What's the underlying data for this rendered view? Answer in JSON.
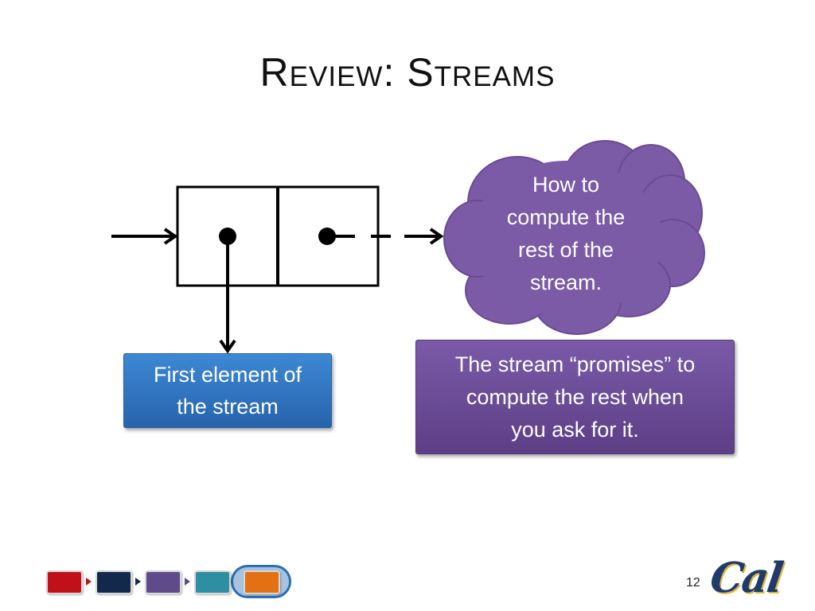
{
  "title": "Review: Streams",
  "cloud": {
    "lines": [
      "How to",
      "compute the",
      "rest of the",
      "stream."
    ],
    "color": "#7b5aa6"
  },
  "first_label": {
    "lines": [
      "First element of",
      "the stream"
    ],
    "color": "#3277c6"
  },
  "promise_label": {
    "lines": [
      "The stream “promises” to",
      "compute the rest when",
      "you ask for it."
    ],
    "color": "#6b4b96"
  },
  "nav": {
    "steps": [
      {
        "name": "step-1",
        "color": "#c0111b"
      },
      {
        "name": "step-2",
        "color": "#13294b"
      },
      {
        "name": "step-3",
        "color": "#5f4b8b"
      },
      {
        "name": "step-4",
        "color": "#2e8fa3"
      },
      {
        "name": "step-5",
        "color": "#e37012"
      }
    ],
    "current_step": 5
  },
  "page_number": "12",
  "logo_text": "Cal"
}
